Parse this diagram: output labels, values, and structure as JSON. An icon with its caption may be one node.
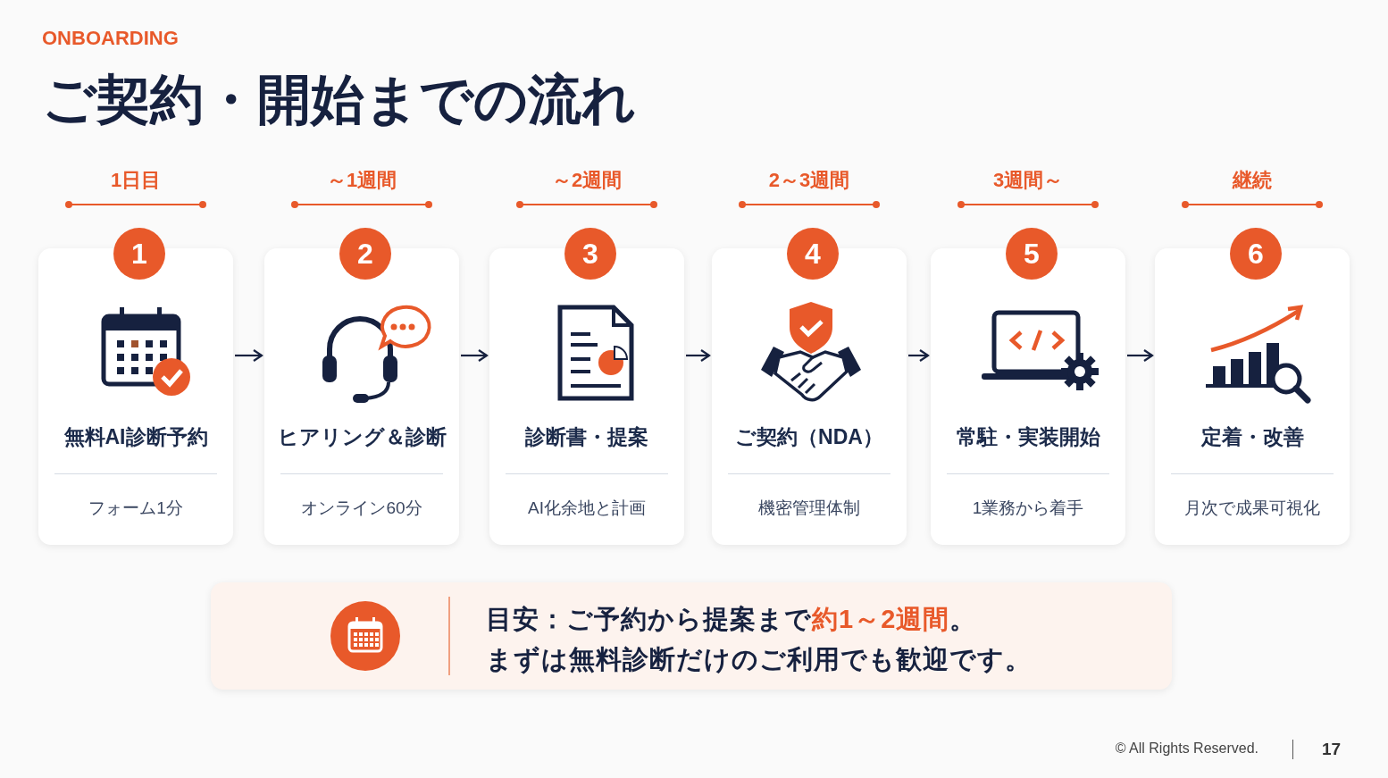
{
  "diagram": {
    "title": "ご契約・開始までの流れ",
    "nodes": [
      {
        "text": [
          "1",
          "無料AI診断予約",
          "フォーム1分"
        ],
        "beside": [
          "1日目"
        ]
      },
      {
        "text": [
          "2",
          "ヒアリング＆診断",
          "オンライン60分"
        ],
        "beside": [
          "～1週間"
        ]
      },
      {
        "text": [
          "3",
          "診断書・提案",
          "AI化余地と計画"
        ],
        "beside": [
          "～2週間"
        ]
      },
      {
        "text": [
          "4",
          "ご契約（NDA）",
          "機密管理体制"
        ],
        "beside": [
          "2～3週間"
        ]
      },
      {
        "text": [
          "5",
          "常駐・実装開始",
          "1業務から着手"
        ],
        "beside": [
          "3週間～"
        ]
      },
      {
        "text": [
          "6",
          "定着・改善",
          "月次で成果可視化"
        ],
        "beside": [
          "継続"
        ]
      }
    ],
    "edges": [
      {
        "from": 0,
        "to": 1,
        "arrow": "to"
      },
      {
        "from": 1,
        "to": 2,
        "arrow": "to"
      },
      {
        "from": 2,
        "to": 3,
        "arrow": "to"
      },
      {
        "from": 3,
        "to": 4,
        "arrow": "to"
      },
      {
        "from": 4,
        "to": 5,
        "arrow": "to"
      }
    ],
    "labels": [
      "ONBOARDING",
      "目安：ご予約から提案まで**約1～2週間**。",
      "まずは無料診断だけのご利用でも歓迎です。",
      "© All Rights Reserved.",
      "17"
    ]
  }
}
